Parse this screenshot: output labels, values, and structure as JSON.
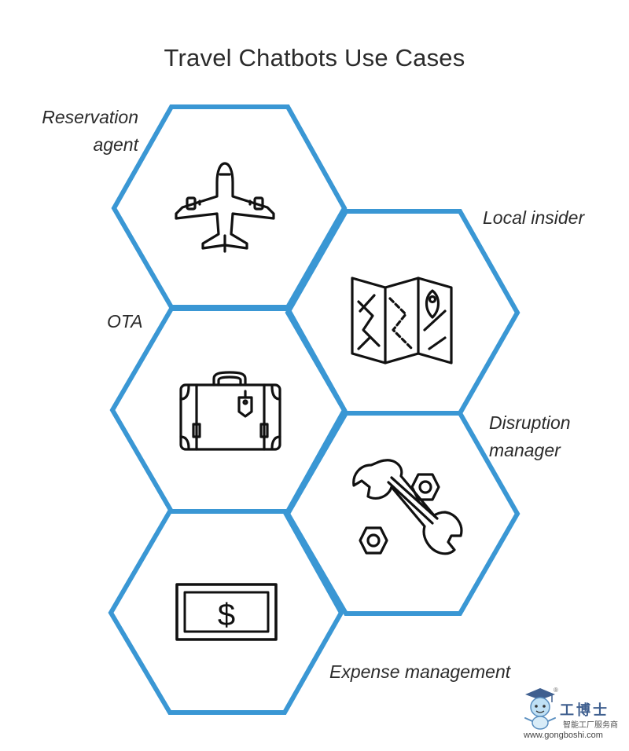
{
  "title": "Travel Chatbots Use Cases",
  "accent_color": "#3a97d4",
  "icon_color": "#111111",
  "use_cases": [
    {
      "lines": [
        "Reservation",
        "agent"
      ],
      "icon": "airplane-icon"
    },
    {
      "lines": [
        "Local insider"
      ],
      "icon": "map-icon"
    },
    {
      "lines": [
        "OTA"
      ],
      "icon": "suitcase-icon"
    },
    {
      "lines": [
        "Disruption",
        "manager"
      ],
      "icon": "wrench-nuts-icon"
    },
    {
      "lines": [
        "Expense management"
      ],
      "icon": "dollar-bill-icon"
    }
  ],
  "watermark": {
    "brand": "工博士",
    "tagline": "智能工厂服务商",
    "url": "www.gongboshi.com",
    "registered": "®"
  }
}
